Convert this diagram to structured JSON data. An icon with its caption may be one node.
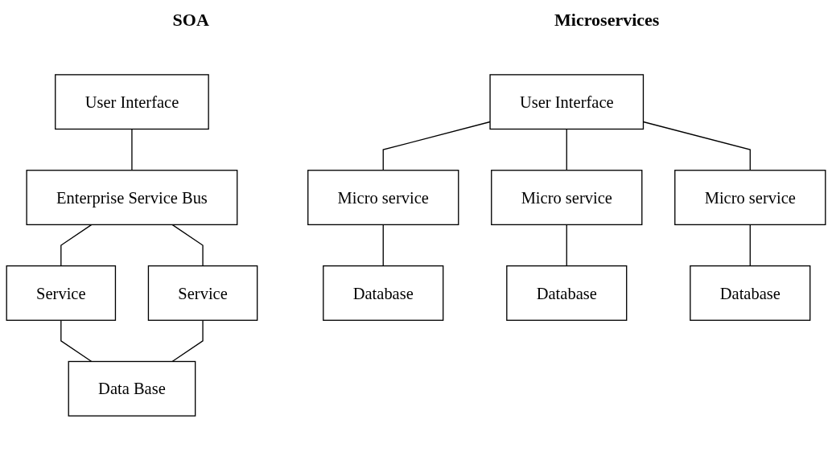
{
  "diagram": {
    "nodes": [
      {
        "text": [
          "User Interface"
        ]
      },
      {
        "text": [
          "Enterprise Service Bus"
        ]
      },
      {
        "text": [
          "Service"
        ]
      },
      {
        "text": [
          "Service"
        ]
      },
      {
        "text": [
          "Data Base"
        ]
      },
      {
        "text": [
          "User Interface"
        ]
      },
      {
        "text": [
          "Micro service"
        ]
      },
      {
        "text": [
          "Micro service"
        ]
      },
      {
        "text": [
          "Micro service"
        ]
      },
      {
        "text": [
          "Database"
        ]
      },
      {
        "text": [
          "Database"
        ]
      },
      {
        "text": [
          "Database"
        ]
      }
    ],
    "edges": [
      {
        "from": 0,
        "to": 1,
        "arrow": "none"
      },
      {
        "from": 1,
        "to": 2,
        "arrow": "none"
      },
      {
        "from": 1,
        "to": 3,
        "arrow": "none"
      },
      {
        "from": 2,
        "to": 4,
        "arrow": "none"
      },
      {
        "from": 3,
        "to": 4,
        "arrow": "none"
      },
      {
        "from": 5,
        "to": 6,
        "arrow": "none"
      },
      {
        "from": 5,
        "to": 7,
        "arrow": "none"
      },
      {
        "from": 5,
        "to": 8,
        "arrow": "none"
      },
      {
        "from": 6,
        "to": 9,
        "arrow": "none"
      },
      {
        "from": 7,
        "to": 10,
        "arrow": "none"
      },
      {
        "from": 8,
        "to": 11,
        "arrow": "none"
      }
    ],
    "labels": [
      "SOA",
      "Microservices"
    ]
  }
}
